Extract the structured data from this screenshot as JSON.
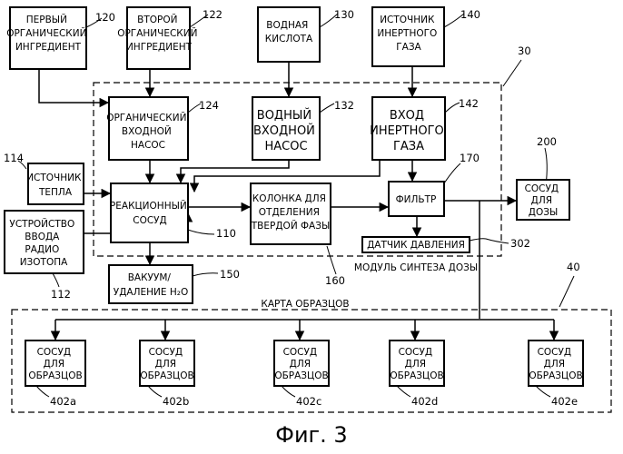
{
  "boxes": {
    "org1": [
      "ПЕРВЫЙ",
      "ОРГАНИЧЕСКИЙ",
      "ИНГРЕДИЕНТ"
    ],
    "org2": [
      "ВТОРОЙ",
      "ОРГАНИЧЕСКИЙ",
      "ИНГРЕДИЕНТ"
    ],
    "water_acid": [
      "ВОДНАЯ",
      "КИСЛОТА"
    ],
    "inert_source": [
      "ИСТОЧНИК",
      "ИНЕРТНОГО",
      "ГАЗА"
    ],
    "org_pump": [
      "ОРГАНИЧЕСКИЙ",
      "ВХОДНОЙ",
      "НАСОС"
    ],
    "water_pump": [
      "ВОДНЫЙ",
      "ВХОДНОЙ",
      "НАСОС"
    ],
    "inert_inlet": [
      "ВХОД",
      "ИНЕРТНОГО",
      "ГАЗА"
    ],
    "heat_source": [
      "ИСТОЧНИК",
      "ТЕПЛА"
    ],
    "reactor": [
      "РЕАКЦИОННЫЙ",
      "СОСУД"
    ],
    "column": [
      "КОЛОНКА ДЛЯ",
      "ОТДЕЛЕНИЯ",
      "ТВЕРДОЙ ФАЗЫ"
    ],
    "filter": [
      "ФИЛЬТР"
    ],
    "dose_vessel": [
      "СОСУД",
      "ДЛЯ",
      "ДОЗЫ"
    ],
    "pressure_sensor": [
      "ДАТЧИК ДАВЛЕНИЯ"
    ],
    "isotope_input": [
      "УСТРОЙСТВО",
      "ВВОДА",
      "РАДИО",
      "ИЗОТОПА"
    ],
    "vacuum": [
      "ВАКУУМ/",
      "УДАЛЕНИЕ H₂O"
    ],
    "sample_vessel": [
      "СОСУД",
      "ДЛЯ",
      "ОБРАЗЦОВ"
    ]
  },
  "refs": {
    "org1": "120",
    "org2": "122",
    "water_acid": "130",
    "inert_source": "140",
    "module": "30",
    "org_pump": "124",
    "water_pump": "132",
    "inert_inlet": "142",
    "heat_source": "114",
    "filter": "170",
    "dose_vessel": "200",
    "reactor": "110",
    "pressure_sensor": "302",
    "module_label": "160",
    "sample_card": "40",
    "vacuum": "150",
    "isotope_input": "112",
    "samples": [
      "402a",
      "402b",
      "402c",
      "402d",
      "402e"
    ]
  },
  "labels": {
    "module": "МОДУЛЬ СИНТЕЗА ДОЗЫ",
    "sample_card": "КАРТА ОБРАЗЦОВ"
  },
  "caption": "Фиг. 3"
}
